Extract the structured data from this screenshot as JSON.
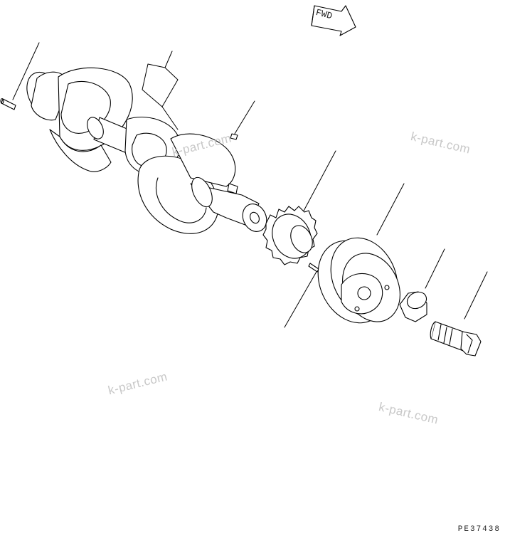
{
  "direction_badge": {
    "label": "FWD"
  },
  "watermarks": [
    "k-part.com",
    "k-part.com",
    "k-part.com",
    "k-part.com"
  ],
  "figure_code": "PE37438",
  "parts": [
    {
      "name": "pin",
      "icon": "dowel-pin-icon"
    },
    {
      "name": "crankshaft",
      "icon": "crankshaft-icon"
    },
    {
      "name": "key",
      "icon": "key-icon"
    },
    {
      "name": "crank-gear",
      "icon": "gear-icon"
    },
    {
      "name": "pulley",
      "icon": "pulley-icon"
    },
    {
      "name": "washer",
      "icon": "washer-icon"
    },
    {
      "name": "bolt",
      "icon": "bolt-icon"
    }
  ]
}
